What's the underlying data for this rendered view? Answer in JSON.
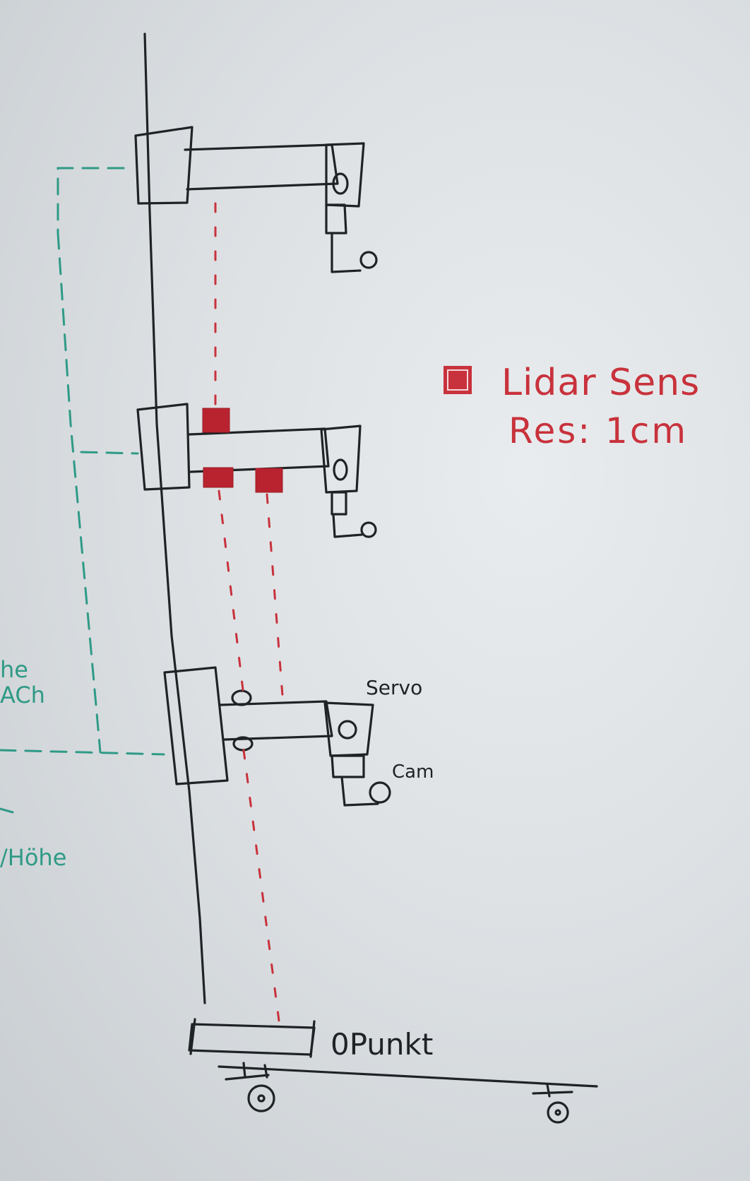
{
  "legend": {
    "line1": "Lidar Sens",
    "line2": "Res: 1cm"
  },
  "labels": {
    "servo": "Servo",
    "cam": "Cam",
    "zero_point": "0Punkt"
  },
  "left_fragments": {
    "top": "he",
    "middle": "ACh",
    "bottom": "/Höhe"
  },
  "colors": {
    "ink": "#1f2326",
    "lidar": "#c8323c",
    "height_marker": "#2f9a86"
  }
}
